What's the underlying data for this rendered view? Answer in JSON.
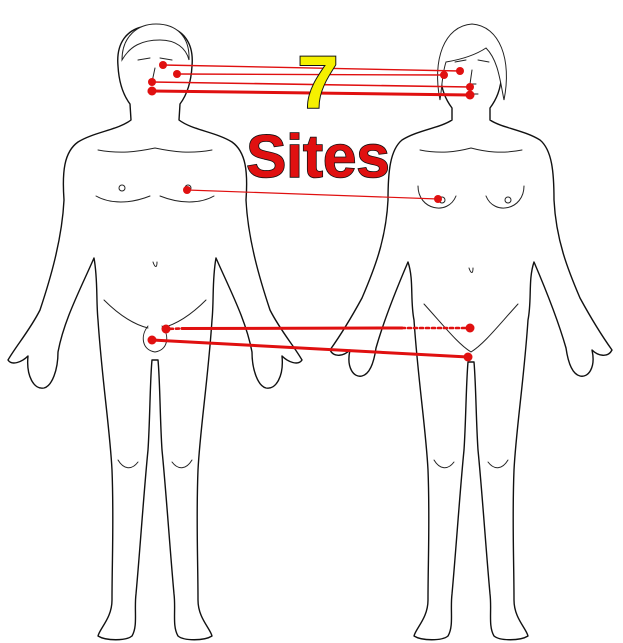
{
  "title": {
    "number": "7",
    "word": "Sites"
  },
  "colors": {
    "connector": "#e01010",
    "number_fill": "#f5f000",
    "word_fill": "#e01010",
    "outline": "#111111"
  },
  "figures": [
    {
      "name": "male-figure"
    },
    {
      "name": "female-figure"
    }
  ],
  "connections": [
    {
      "name": "eye-link"
    },
    {
      "name": "eye-link-2"
    },
    {
      "name": "nose-link"
    },
    {
      "name": "mouth-link"
    },
    {
      "name": "breast-link"
    },
    {
      "name": "genital-link"
    },
    {
      "name": "anal-link"
    }
  ]
}
